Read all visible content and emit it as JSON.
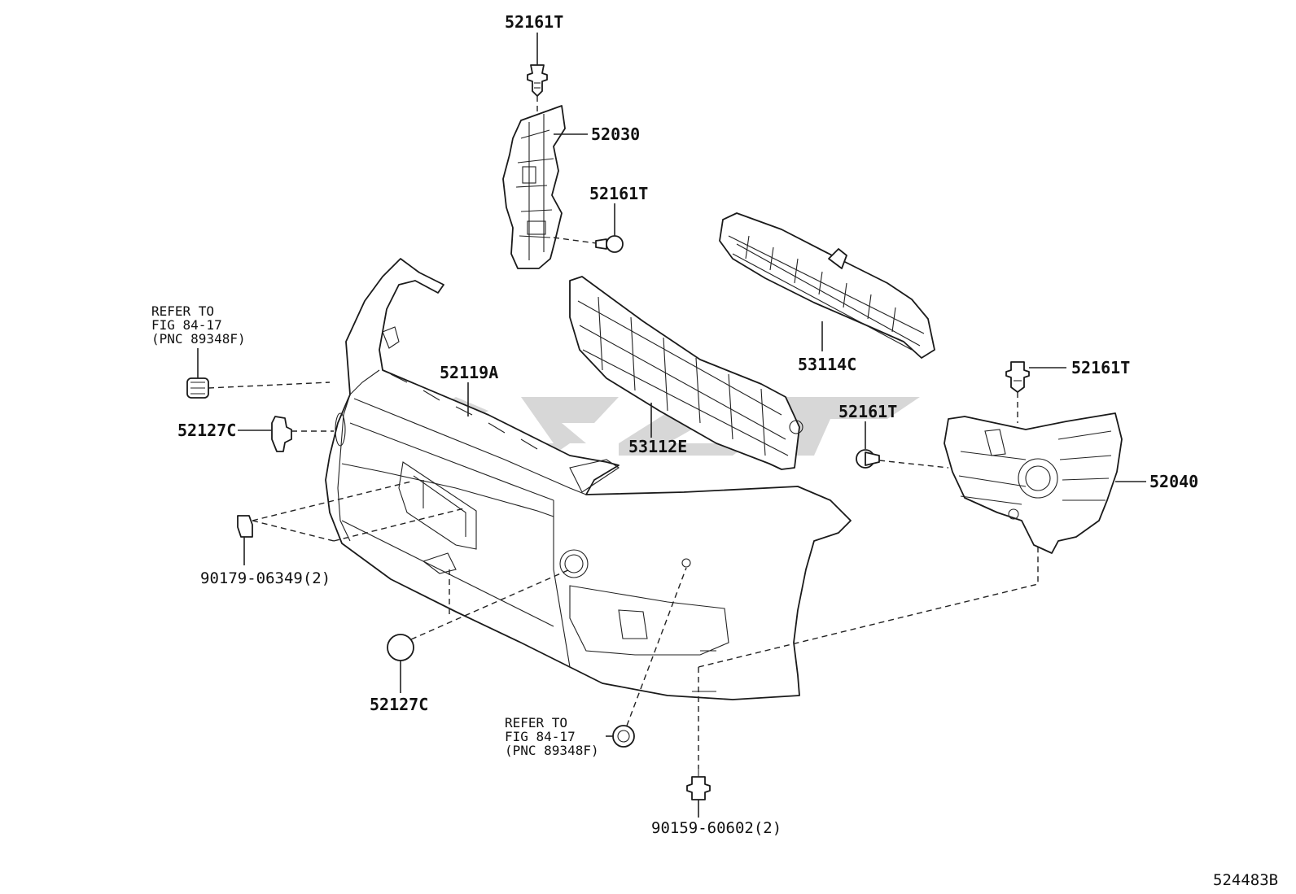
{
  "diagram": {
    "figure_id": "524483B",
    "callouts": {
      "clip_top": "52161T",
      "retainer_left": "52030",
      "clip_mid": "52161T",
      "reinforcement": "53114C",
      "bumper_cover": "52119A",
      "grille": "53112E",
      "clip_right_top": "52161T",
      "clip_right_mid": "52161T",
      "retainer_right": "52040",
      "cap_side": "52127C",
      "cap_bottom": "52127C",
      "nut_left": "90179-06349(2)",
      "screw_bottom": "90159-60602(2)"
    },
    "refer_left": {
      "line1": "REFER TO",
      "line2": "FIG 84-17",
      "line3": "(PNC 89348F)"
    },
    "refer_bottom": {
      "line1": "REFER TO",
      "line2": "FIG 84-17",
      "line3": "(PNC 89348F)"
    }
  }
}
